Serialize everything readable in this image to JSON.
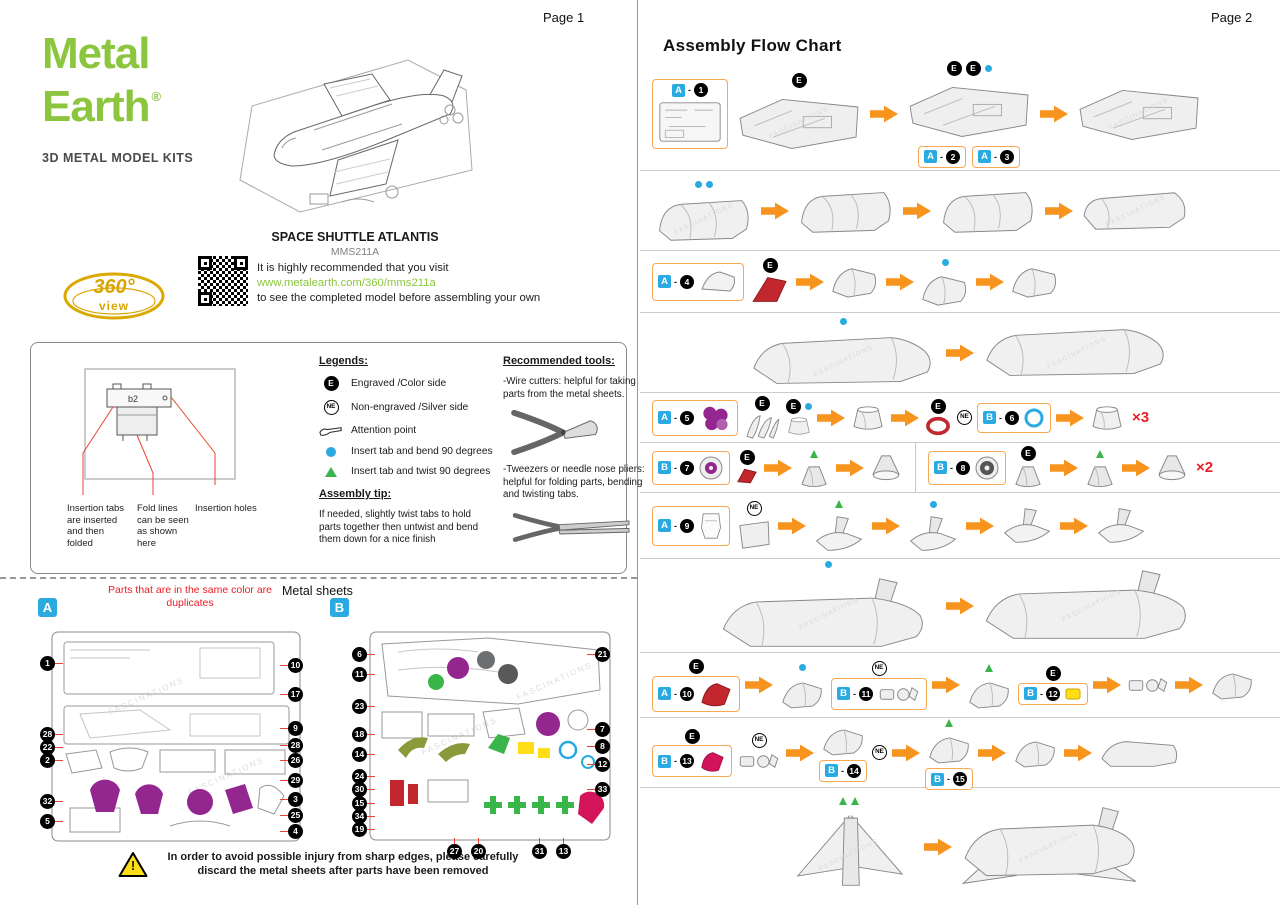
{
  "watermark": "FASCINATIONS",
  "page1": {
    "label": "Page 1",
    "logo": {
      "word1": "Metal",
      "word2": "Earth",
      "reg": "®",
      "tagline": "3D METAL MODEL KITS"
    },
    "product": {
      "title": "SPACE SHUTTLE ATLANTIS",
      "code": "MMS211A"
    },
    "view360": {
      "deg": "360°",
      "view": "view",
      "line1": "It is highly recommended that you visit",
      "url": "www.metalearth.com/360/mms211a",
      "line2": "to see the completed model before assembling your own"
    },
    "legend": {
      "title": "Legends:",
      "e": "E",
      "ne": "NE",
      "items": [
        "Engraved /Color side",
        "Non-engraved /Silver side",
        "Attention point",
        "Insert tab and bend 90 degrees",
        "Insert tab and twist 90 degrees"
      ]
    },
    "tools": {
      "title": "Recommended tools:",
      "tool1": "-Wire cutters: helpful for taking parts from the metal sheets.",
      "tool2": "-Tweezers or needle nose pliers: helpful for folding parts, bending and twisting tabs."
    },
    "tip": {
      "title": "Assembly tip:",
      "text": "If needed, slightly twist tabs to hold parts together then untwist and bend them down for a nice finish"
    },
    "insertion": {
      "part": "b2",
      "label1": "Insertion tabs are inserted and then folded",
      "label2": "Fold lines can be seen as shown here",
      "label3": "Insertion holes"
    },
    "sheets": {
      "heading": "Metal sheets",
      "note": "Parts that are in the same color are duplicates",
      "a": {
        "label": "A",
        "left": [
          "1",
          "28",
          "22",
          "2",
          "32",
          "5"
        ],
        "right": [
          "10",
          "17",
          "9",
          "28",
          "26",
          "29",
          "3",
          "25",
          "4"
        ]
      },
      "b": {
        "label": "B",
        "left": [
          "6",
          "11",
          "23",
          "18",
          "14",
          "24",
          "30",
          "15",
          "34",
          "19"
        ],
        "right": [
          "21",
          "7",
          "8",
          "12",
          "33"
        ],
        "bottom": [
          "27",
          "20",
          "31",
          "13"
        ]
      }
    },
    "warning": {
      "mark": "!",
      "line1": "In order to avoid possible injury from sharp edges, please carefully",
      "line2": "discard the metal sheets after parts have been removed"
    }
  },
  "page2": {
    "label": "Page 2",
    "title": "Assembly Flow Chart",
    "dash": "-",
    "rows": [
      {
        "h": 112,
        "items": [
          {
            "t": "bb",
            "s": "A",
            "n": "1",
            "k": "sheet",
            "v": 1
          },
          {
            "t": "sh",
            "k": "panel",
            "m": [
              "E"
            ],
            "wm": 1
          },
          {
            "t": "ar"
          },
          {
            "t": "sh",
            "k": "panel",
            "m": [
              "E",
              "E"
            ],
            "dec": [
              "dot"
            ],
            "sub": [
              [
                "A",
                "2"
              ],
              [
                "A",
                "3"
              ]
            ]
          },
          {
            "t": "ar"
          },
          {
            "t": "sh",
            "k": "panel",
            "wm": 1
          }
        ]
      },
      {
        "h": 80,
        "items": [
          {
            "t": "sh",
            "k": "tube",
            "dec": [
              "dot",
              "dot"
            ],
            "wm": 1
          },
          {
            "t": "ar"
          },
          {
            "t": "sh",
            "k": "tube"
          },
          {
            "t": "ar"
          },
          {
            "t": "sh",
            "k": "tube"
          },
          {
            "t": "ar"
          },
          {
            "t": "sh",
            "k": "body",
            "wm": 1
          }
        ]
      },
      {
        "h": 62,
        "items": [
          {
            "t": "bb",
            "s": "A",
            "n": "4",
            "k": "nose"
          },
          {
            "t": "sh",
            "k": "redfin",
            "m": [
              "E"
            ]
          },
          {
            "t": "ar"
          },
          {
            "t": "sh",
            "k": "nosecone"
          },
          {
            "t": "ar"
          },
          {
            "t": "sh",
            "k": "nosecone",
            "dec": [
              "dot"
            ]
          },
          {
            "t": "ar"
          },
          {
            "t": "sh",
            "k": "nosecone"
          }
        ]
      },
      {
        "h": 80,
        "c": 1,
        "items": [
          {
            "t": "sh",
            "k": "bodynose",
            "dec": [
              "dot"
            ],
            "wm": 1
          },
          {
            "t": "ar"
          },
          {
            "t": "sh",
            "k": "bodynose",
            "wm": 1
          }
        ]
      },
      {
        "h": 50,
        "items": [
          {
            "t": "bb",
            "s": "A",
            "n": "5",
            "k": "flower"
          },
          {
            "t": "sh",
            "k": "feather",
            "m": [
              "E"
            ]
          },
          {
            "t": "sh",
            "k": "smallcone",
            "m": [
              "E"
            ],
            "dec": [
              "dot"
            ]
          },
          {
            "t": "ar"
          },
          {
            "t": "sh",
            "k": "cone"
          },
          {
            "t": "ar"
          },
          {
            "t": "sh",
            "k": "redring",
            "m": [
              "E"
            ]
          },
          {
            "t": "mk",
            "m": "NE"
          },
          {
            "t": "bb",
            "s": "B",
            "n": "6",
            "k": "ring"
          },
          {
            "t": "ar"
          },
          {
            "t": "sh",
            "k": "cone"
          },
          {
            "t": "q",
            "v": "×3"
          }
        ]
      },
      {
        "h": 50,
        "items": [
          {
            "t": "bb",
            "s": "B",
            "n": "7",
            "k": "round7"
          },
          {
            "t": "sh",
            "k": "redsmall",
            "m": [
              "E"
            ]
          },
          {
            "t": "ar"
          },
          {
            "t": "sh",
            "k": "enginehalf",
            "dec": [
              "tri"
            ]
          },
          {
            "t": "ar"
          },
          {
            "t": "sh",
            "k": "engine"
          },
          {
            "t": "dv"
          },
          {
            "t": "bb",
            "s": "B",
            "n": "8",
            "k": "round8"
          },
          {
            "t": "sh",
            "k": "enginehalf",
            "m": [
              "E"
            ]
          },
          {
            "t": "ar"
          },
          {
            "t": "sh",
            "k": "enginehalf",
            "dec": [
              "tri"
            ]
          },
          {
            "t": "ar"
          },
          {
            "t": "sh",
            "k": "engine"
          },
          {
            "t": "q",
            "v": "×2"
          }
        ]
      },
      {
        "h": 66,
        "items": [
          {
            "t": "bb",
            "s": "A",
            "n": "9",
            "k": "seat"
          },
          {
            "t": "sh",
            "k": "panelsm",
            "m": [
              "NE"
            ]
          },
          {
            "t": "ar"
          },
          {
            "t": "sh",
            "k": "tailpart",
            "dec": [
              "tri"
            ]
          },
          {
            "t": "ar"
          },
          {
            "t": "sh",
            "k": "tailpart",
            "dec": [
              "dot"
            ]
          },
          {
            "t": "ar"
          },
          {
            "t": "sh",
            "k": "tailpart"
          },
          {
            "t": "ar"
          },
          {
            "t": "sh",
            "k": "tailpart"
          }
        ]
      },
      {
        "h": 94,
        "c": 1,
        "items": [
          {
            "t": "sh",
            "k": "bodytail",
            "dec": [
              "dot"
            ],
            "wm": 1
          },
          {
            "t": "ar"
          },
          {
            "t": "sh",
            "k": "bodytail",
            "wm": 1
          }
        ]
      },
      {
        "h": 65,
        "items": [
          {
            "t": "bb",
            "s": "A",
            "n": "10",
            "k": "redpart",
            "m": [
              "E"
            ]
          },
          {
            "t": "ar"
          },
          {
            "t": "sh",
            "k": "graypart",
            "dec": [
              "dot"
            ]
          },
          {
            "t": "bb",
            "s": "B",
            "n": "11",
            "k": "smalls",
            "m": [
              "NE"
            ]
          },
          {
            "t": "ar"
          },
          {
            "t": "sh",
            "k": "graypart",
            "dec": [
              "tri"
            ]
          },
          {
            "t": "bb",
            "s": "B",
            "n": "12",
            "k": "yellow",
            "m": [
              "E"
            ]
          },
          {
            "t": "ar"
          },
          {
            "t": "sh",
            "k": "smalls"
          },
          {
            "t": "ar"
          },
          {
            "t": "sh",
            "k": "graypart"
          }
        ]
      },
      {
        "h": 70,
        "items": [
          {
            "t": "bb",
            "s": "B",
            "n": "13",
            "k": "pinkpart",
            "m": [
              "E"
            ]
          },
          {
            "t": "sh",
            "k": "smalls",
            "m": [
              "NE"
            ]
          },
          {
            "t": "ar"
          },
          {
            "t": "sh",
            "k": "graypart",
            "sub": [
              [
                "B",
                "14"
              ]
            ]
          },
          {
            "t": "mk",
            "m": "NE"
          },
          {
            "t": "ar"
          },
          {
            "t": "sh",
            "k": "graypart",
            "dec": [
              "tri"
            ],
            "sub": [
              [
                "B",
                "15"
              ]
            ]
          },
          {
            "t": "ar"
          },
          {
            "t": "sh",
            "k": "graypart"
          },
          {
            "t": "ar"
          },
          {
            "t": "sh",
            "k": "longpart"
          }
        ]
      },
      {
        "h": 118,
        "c": 1,
        "items": [
          {
            "t": "sh",
            "k": "wings",
            "dec": [
              "tri",
              "tri"
            ],
            "wm": 1
          },
          {
            "t": "ar"
          },
          {
            "t": "sh",
            "k": "shuttle",
            "wm": 1
          }
        ]
      }
    ]
  }
}
